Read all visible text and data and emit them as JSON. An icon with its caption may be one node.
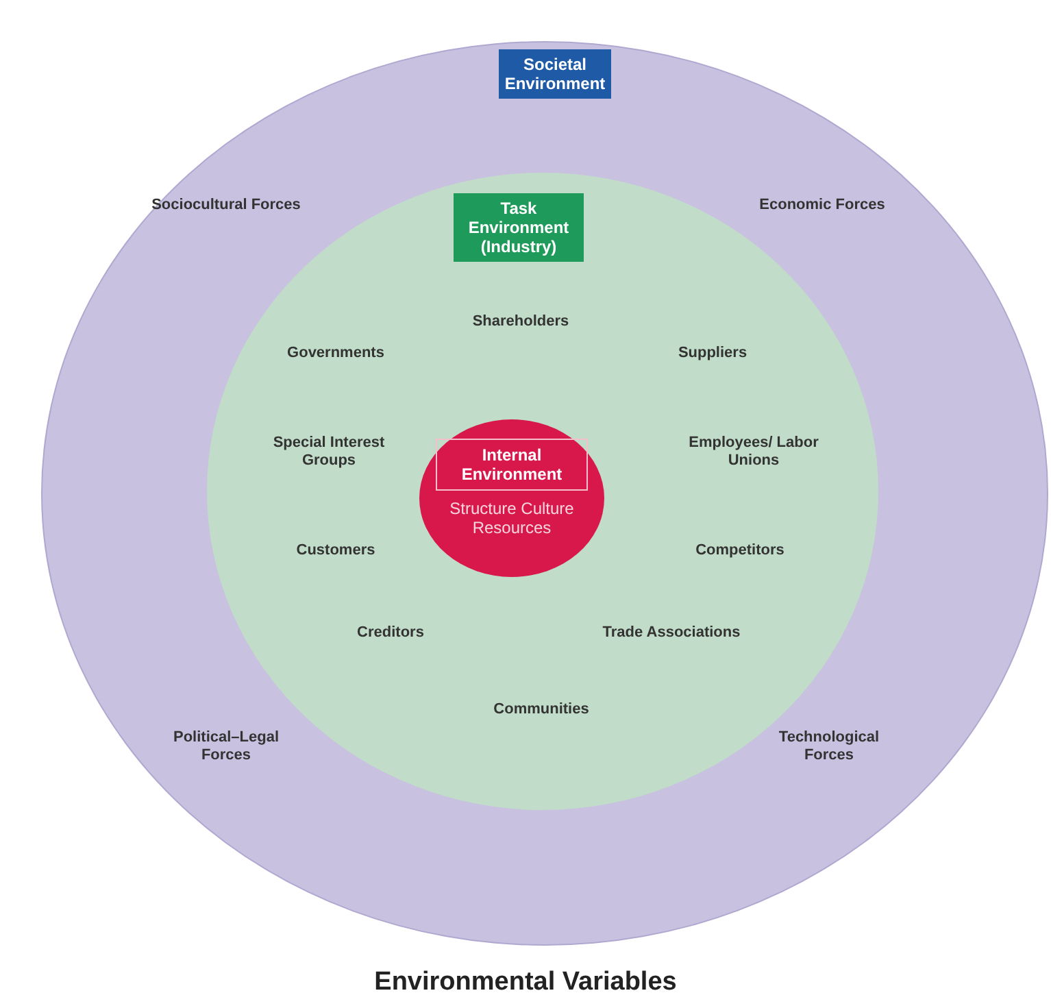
{
  "diagram": {
    "caption": "Environmental Variables",
    "nodes": [
      {
        "text": [
          "Societal Environment"
        ]
      },
      {
        "text": [
          "Task Environment (Industry)"
        ],
        "in": 0
      },
      {
        "text": [
          "Internal Environment",
          "Structure Culture Resources"
        ],
        "in": 1
      }
    ],
    "labels": [
      "Sociocultural Forces",
      "Economic Forces",
      "Shareholders",
      "Governments",
      "Suppliers",
      "Special Interest Groups",
      "Employees/ Labor Unions",
      "Customers",
      "Competitors",
      "Creditors",
      "Trade Associations",
      "Communities",
      "Political–Legal Forces",
      "Technological Forces"
    ]
  }
}
